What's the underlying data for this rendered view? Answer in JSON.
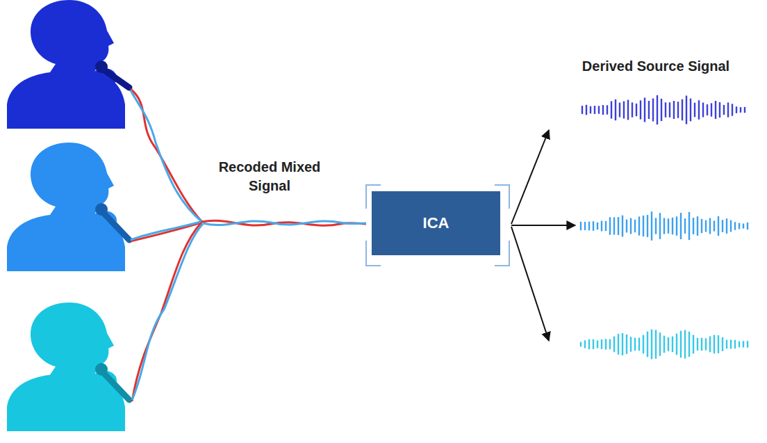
{
  "diagram": {
    "nodes": [
      {
        "text": [
          "ICA"
        ]
      }
    ],
    "labels": [
      "Recoded Mixed Signal",
      "Derived Source Signal"
    ]
  }
}
